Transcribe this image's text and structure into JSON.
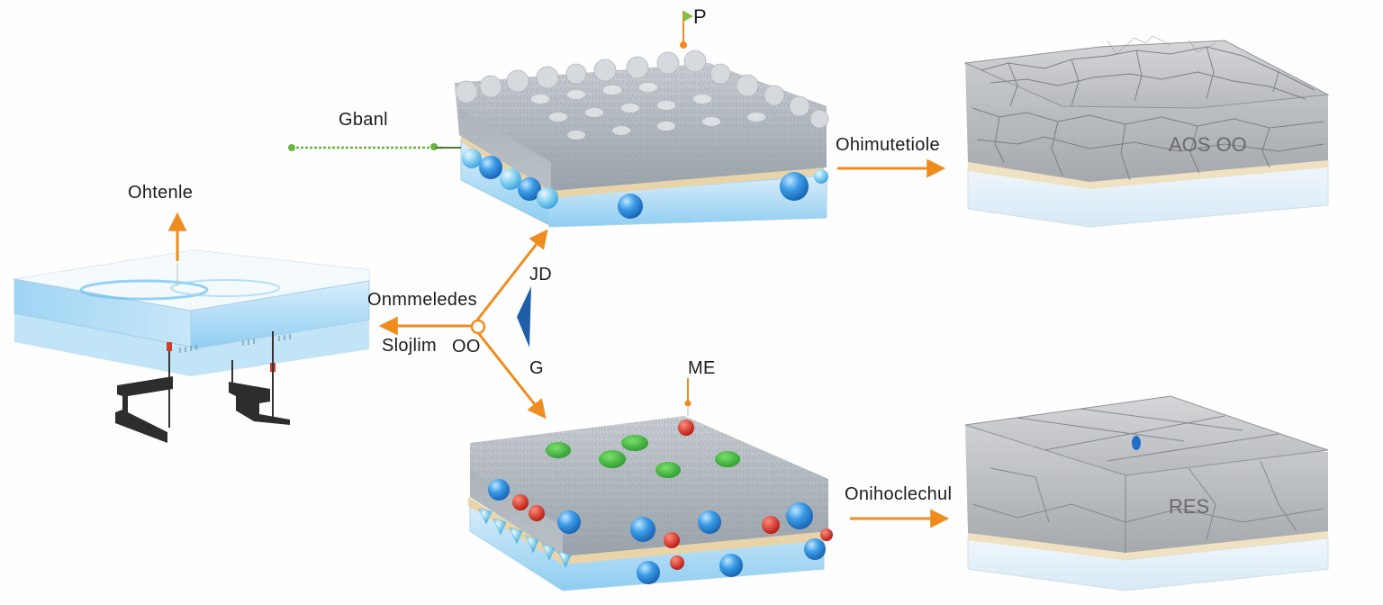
{
  "labels": {
    "top_marker": "P",
    "top_left": "Gbanl",
    "left": "Ohtenle",
    "top_right_arrow": "Ohimutetiole",
    "branch_upper": "Onmmeledes",
    "branch_lower": "Slojlim",
    "branch_mid": "OO",
    "right_upper_small": "JD",
    "right_lower_small": "G",
    "bottom_marker": "ME",
    "bottom_right_arrow": "Onihoclechul",
    "plate_top": "AOS OO",
    "plate_bottom": "RES"
  },
  "colors": {
    "arrow": "#f08c1e",
    "green_line": "#6db33f",
    "sphere_blue": "#2f8fe0",
    "sphere_cyan": "#8fd6f2",
    "red_dot": "#d62a1e",
    "green_dot": "#35b232"
  }
}
